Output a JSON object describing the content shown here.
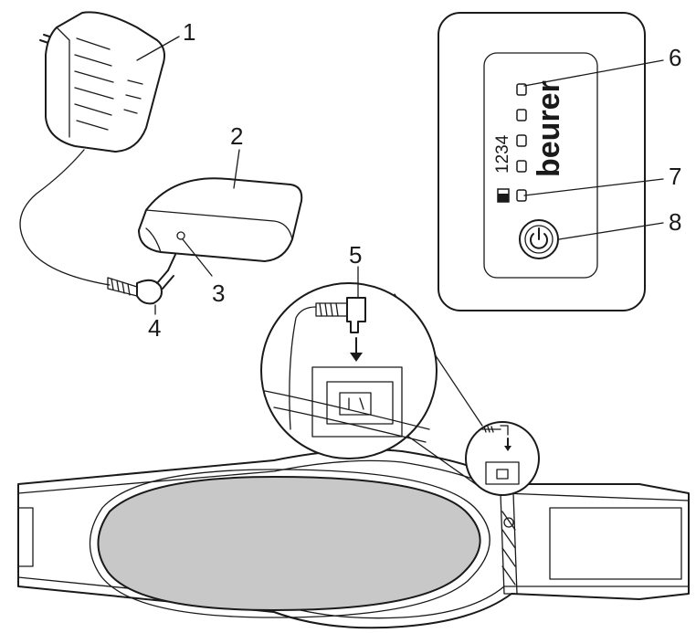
{
  "callouts": {
    "n1": "1",
    "n2": "2",
    "n3": "3",
    "n4": "4",
    "n5": "5",
    "n6": "6",
    "n7": "7",
    "n8": "8"
  },
  "controller": {
    "brand": "beurer",
    "level_labels": "1234"
  },
  "colors": {
    "line": "#1a1a1a",
    "pad_fill": "#c8c8c8",
    "background": "#ffffff"
  },
  "icons": {
    "power": "power-icon",
    "battery": "battery-icon"
  }
}
